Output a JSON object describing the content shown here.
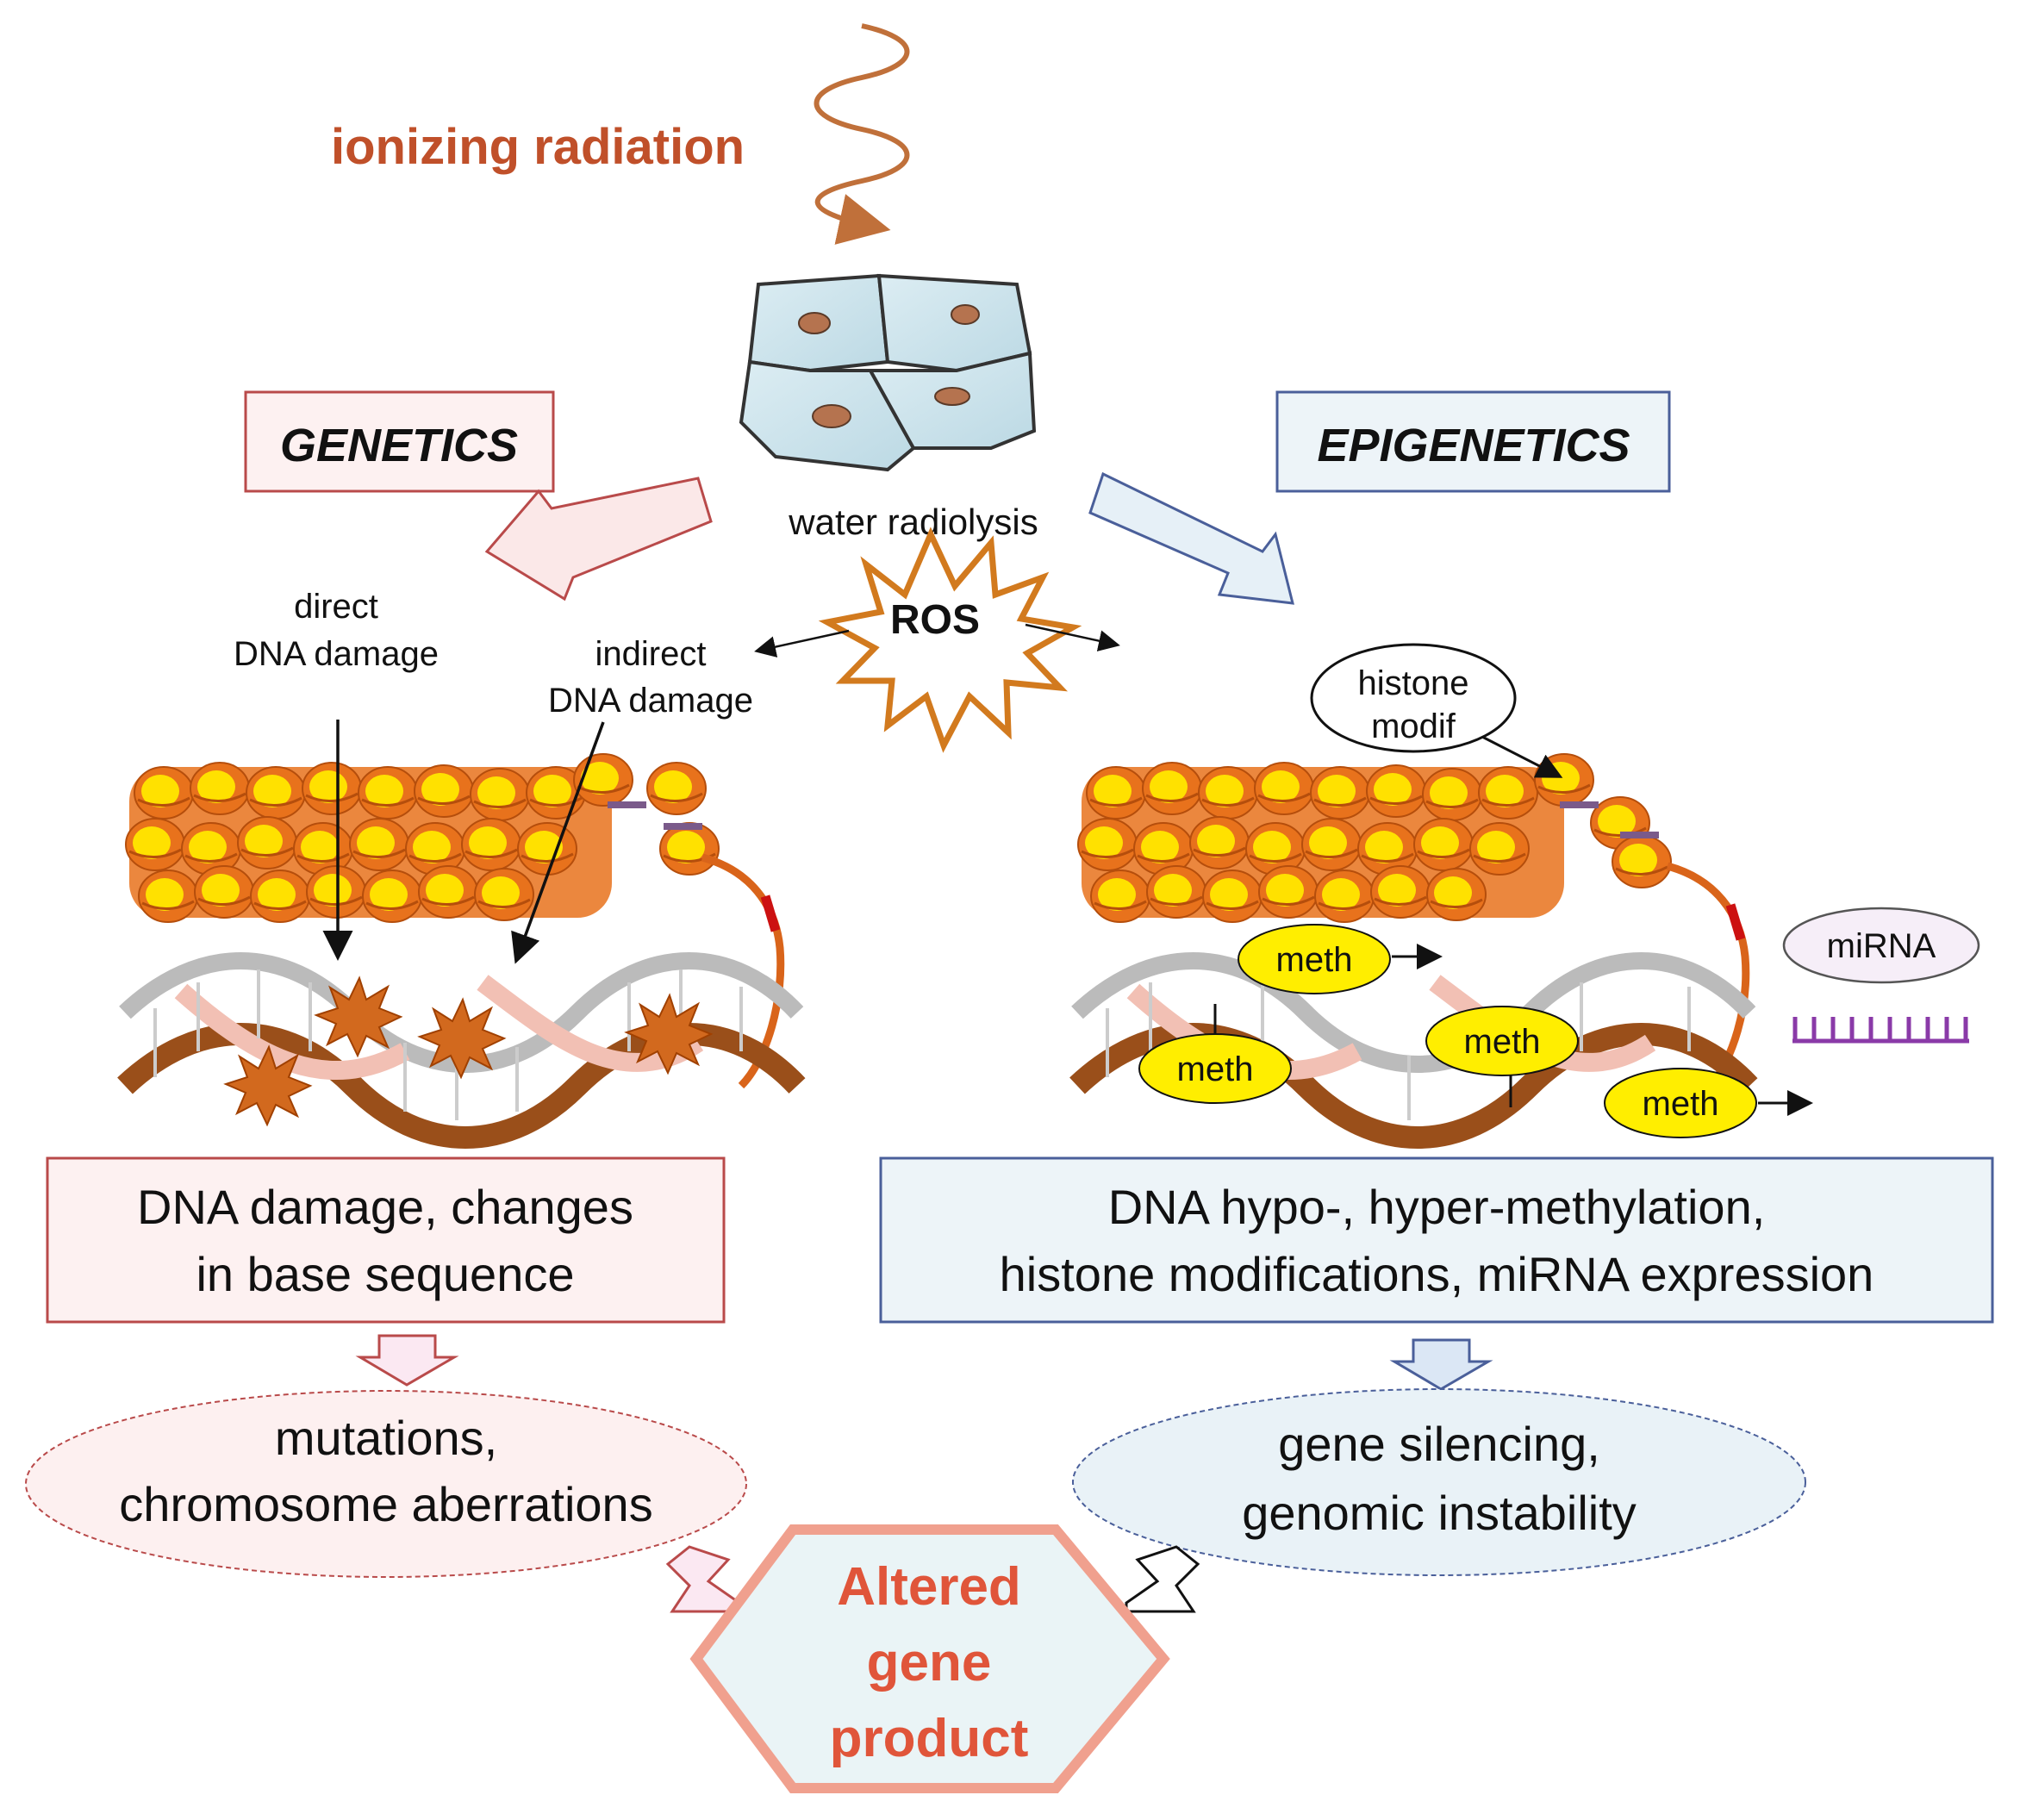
{
  "source": {
    "label": "ionizing radiation"
  },
  "cells": {
    "caption": "water radiolysis"
  },
  "ros": {
    "label": "ROS"
  },
  "genetics": {
    "header": "GENETICS",
    "direct_line1": "direct",
    "direct_line2": "DNA damage",
    "indirect_line1": "indirect",
    "indirect_line2": "DNA damage",
    "box_line1": "DNA damage, changes",
    "box_line2": "in base sequence",
    "outcome_line1": "mutations,",
    "outcome_line2": "chromosome aberrations"
  },
  "epigenetics": {
    "header": "EPIGENETICS",
    "histone_line1": "histone",
    "histone_line2": "modif",
    "meth_labels": [
      "meth",
      "meth",
      "meth",
      "meth"
    ],
    "mirna": "miRNA",
    "box_line1": "DNA hypo-, hyper-methylation,",
    "box_line2": "histone modifications, miRNA expression",
    "outcome_line1": "gene silencing,",
    "outcome_line2": "genomic instability"
  },
  "result": {
    "line1": "Altered",
    "line2": "gene",
    "line3": "product"
  },
  "colors": {
    "radiation": "#c0502a",
    "genetics_fill": "#fbeaea",
    "genetics_border": "#b94a4a",
    "epigenetics_fill": "#e9f2f7",
    "epigenetics_border": "#4a5f9a",
    "nucleosome_yellow": "#ffe100",
    "nucleosome_orange": "#e8721c",
    "dna_brown": "#9a4f1a",
    "dna_pink": "#f2c0b4",
    "meth_yellow": "#ffee00",
    "result_text": "#e0553a"
  }
}
